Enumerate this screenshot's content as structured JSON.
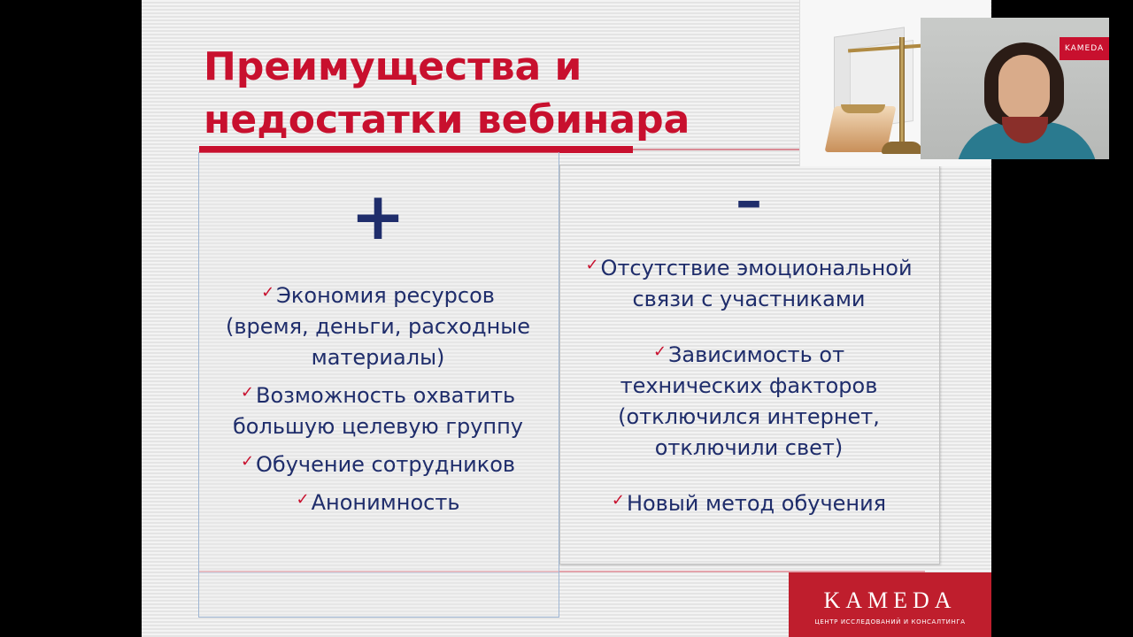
{
  "slide": {
    "title_line1": "Преимущества и",
    "title_line2": "недостатки вебинара",
    "check_mark": "✓",
    "plus": {
      "sign": "+",
      "items": [
        {
          "line1": "Экономия ресурсов",
          "line2": "(время, деньги, расходные",
          "line3": "материалы)"
        },
        {
          "line1": "Возможность охватить",
          "line2": "большую целевую группу"
        },
        {
          "line1": "Обучение сотрудников"
        },
        {
          "line1": "Анонимность"
        }
      ]
    },
    "minus": {
      "sign": "–",
      "items": [
        {
          "line1": "Отсутствие эмоциональной",
          "line2": "связи с участниками"
        },
        {
          "line1": "Зависимость от",
          "line2": "технических факторов",
          "line3": "(отключился интернет,",
          "line4": "отключили свет)"
        },
        {
          "line1": "Новый метод обучения"
        }
      ]
    }
  },
  "logo": {
    "name": "KAMEDA",
    "subtitle": "ЦЕНТР ИССЛЕДОВАНИЙ И КОНСАЛТИНГА"
  },
  "video": {
    "wall_sign": "KAMEDA"
  },
  "colors": {
    "accent_red": "#c8102e",
    "text_navy": "#1f2d6b",
    "logo_red": "#bf1e2d"
  }
}
